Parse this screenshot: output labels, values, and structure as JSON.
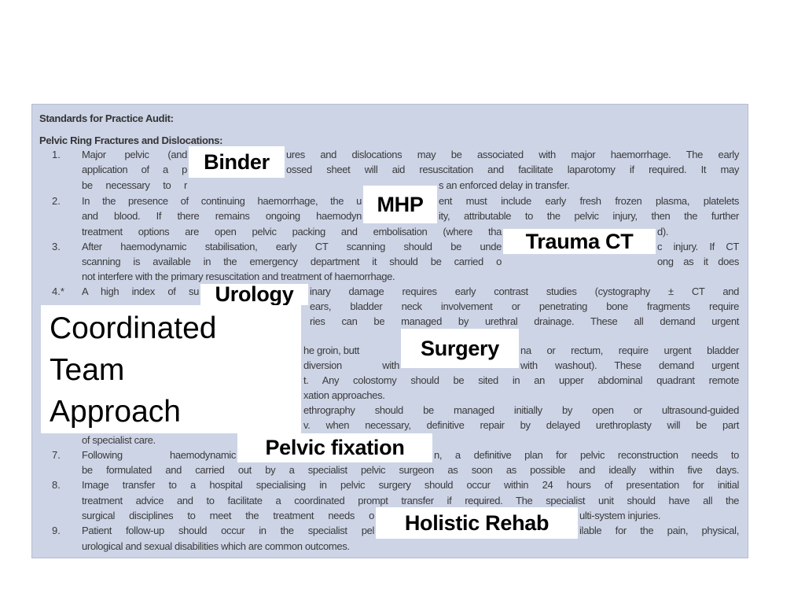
{
  "document": {
    "title": "Standards for Practice Audit:",
    "subtitle": "Pelvic Ring Fractures and Dislocations:",
    "numbers": [
      "1.",
      "2.",
      "3.",
      "4.*",
      "7.",
      "8.",
      "9."
    ],
    "lines": [
      [
        "Major pelvic (and",
        "ures and dislocations may be associated with major haemorrhage. The early"
      ],
      [
        "application of a p",
        "ossed sheet will aid resuscitation and facilitate laparotomy if required. It may"
      ],
      [
        "be necessary to r",
        "s an enforced delay in transfer."
      ],
      [
        "In the presence of continuing haemorrhage, the u",
        "ent must include early fresh frozen plasma, platelets"
      ],
      [
        "and blood. If there remains ongoing haemodyn",
        "ity, attributable to the pelvic injury, then the further"
      ],
      [
        "treatment options are open pelvic packing and embolisation (where tha",
        "d)."
      ],
      [
        "After haemodynamic stabilisation, early CT scanning should be unde",
        "c injury. If CT"
      ],
      [
        "scanning is available in the emergency department it should be carried o",
        "ong as it does"
      ],
      [
        "not interfere with the primary resuscitation and treatment of haemorrhage.",
        ""
      ],
      [
        "A high index of su",
        "inary damage requires early contrast studies (cystography ± CT and"
      ],
      [
        "",
        "ears, bladder neck involvement or penetrating bone fragments require"
      ],
      [
        "",
        "ries can be managed by urethral drainage. These all demand urgent"
      ],
      [
        "",
        ""
      ],
      [
        "he groin, butt",
        "na or rectum, require urgent bladder"
      ],
      [
        "diversion with",
        "with washout). These demand urgent"
      ],
      [
        "",
        "t. Any colostomy should be sited in an upper abdominal quadrant remote"
      ],
      [
        "xation approaches.",
        ""
      ],
      [
        "",
        "ethrography should be managed initially by open or ultrasound-guided"
      ],
      [
        "",
        "v. when necessary, definitive repair by delayed urethroplasty will be part"
      ],
      [
        "of specialist care.",
        ""
      ],
      [
        "Following haemodynamic",
        "n, a definitive plan for pelvic reconstruction needs to"
      ],
      [
        "be formulated and carried out by a specialist pelvic surgeon as soon as possible and ideally within five days.",
        ""
      ],
      [
        "Image transfer to a hospital specialising in pelvic surgery should occur within 24 hours of presentation for initial",
        ""
      ],
      [
        "treatment advice and to facilitate a coordinated prompt transfer if required. The specialist unit should have all the",
        ""
      ],
      [
        "surgical disciplines to meet the treatment needs o",
        "ulti-system injuries."
      ],
      [
        "Patient follow-up should occur in the specialist pel",
        "ilable for the pain, physical,"
      ],
      [
        "urological and sexual disabilities which are common outcomes.",
        ""
      ]
    ]
  },
  "labels": {
    "binder": "Binder",
    "mhp": "MHP",
    "trauma_ct": "Trauma CT",
    "urology": "Urology",
    "surgery": "Surgery",
    "pelvic_fixation": "Pelvic fixation",
    "holistic_rehab": "Holistic Rehab",
    "coordinated": [
      "Coordinated",
      "Team",
      "Approach"
    ]
  }
}
